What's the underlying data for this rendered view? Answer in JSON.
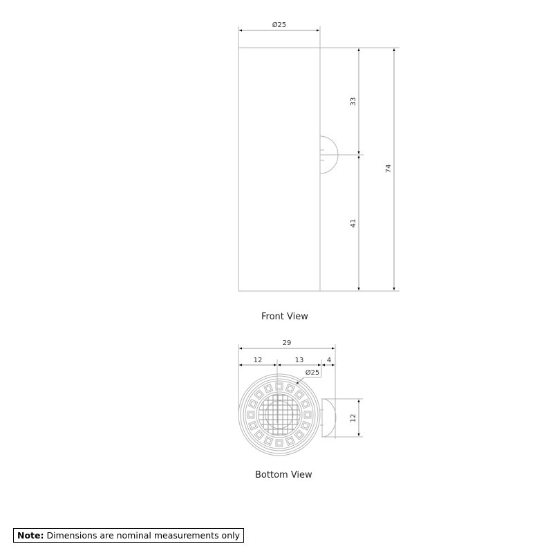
{
  "drawing": {
    "line_color": "#b5b5b5",
    "text_color": "#333333"
  },
  "front_view": {
    "caption": "Front View",
    "dimensions": {
      "diameter": "Ø25",
      "upper_height": "33",
      "lower_height": "41",
      "total_height": "74"
    }
  },
  "bottom_view": {
    "caption": "Bottom View",
    "dimensions": {
      "overall_width": "29",
      "left_offset": "12",
      "middle_span": "13",
      "right_projection": "4",
      "diameter": "Ø25",
      "knob_height": "12"
    }
  },
  "note": {
    "label": "Note:",
    "text": "Dimensions are nominal measurements only"
  }
}
